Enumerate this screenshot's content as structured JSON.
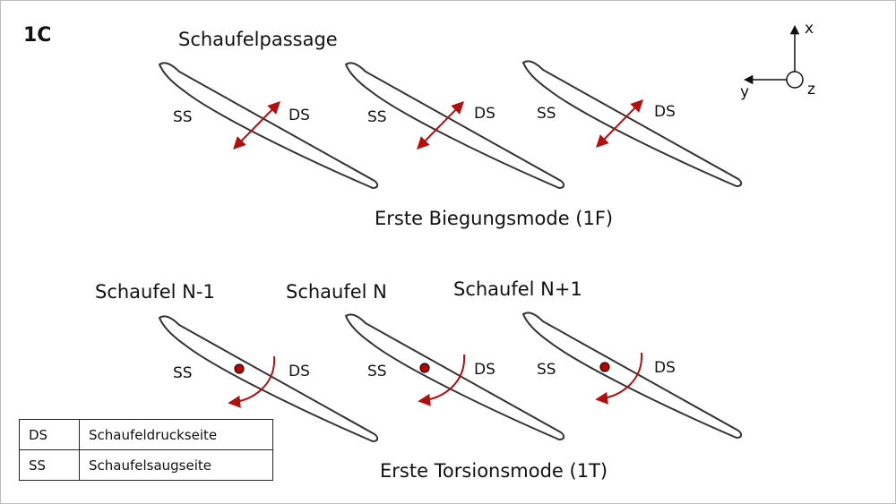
{
  "panel_label": "1C",
  "top_title": "Schaufelpassage",
  "bending_mode_title": "Erste Biegungsmode (1F)",
  "torsion_mode_title": "Erste Torsionsmode (1T)",
  "blade_names": [
    "Schaufel N-1",
    "Schaufel N",
    "Schaufel N+1"
  ],
  "side_labels": {
    "suction": "SS",
    "pressure": "DS"
  },
  "axes": {
    "x": "x",
    "y": "y",
    "z": "z"
  },
  "legend": [
    {
      "abbr": "DS",
      "description": "Schaufeldruckseite"
    },
    {
      "abbr": "SS",
      "description": "Schaufelsaugseite"
    }
  ],
  "colors": {
    "arrow": "#b40f0f",
    "blade_outline": "#333333",
    "pivot": "#c00000"
  }
}
